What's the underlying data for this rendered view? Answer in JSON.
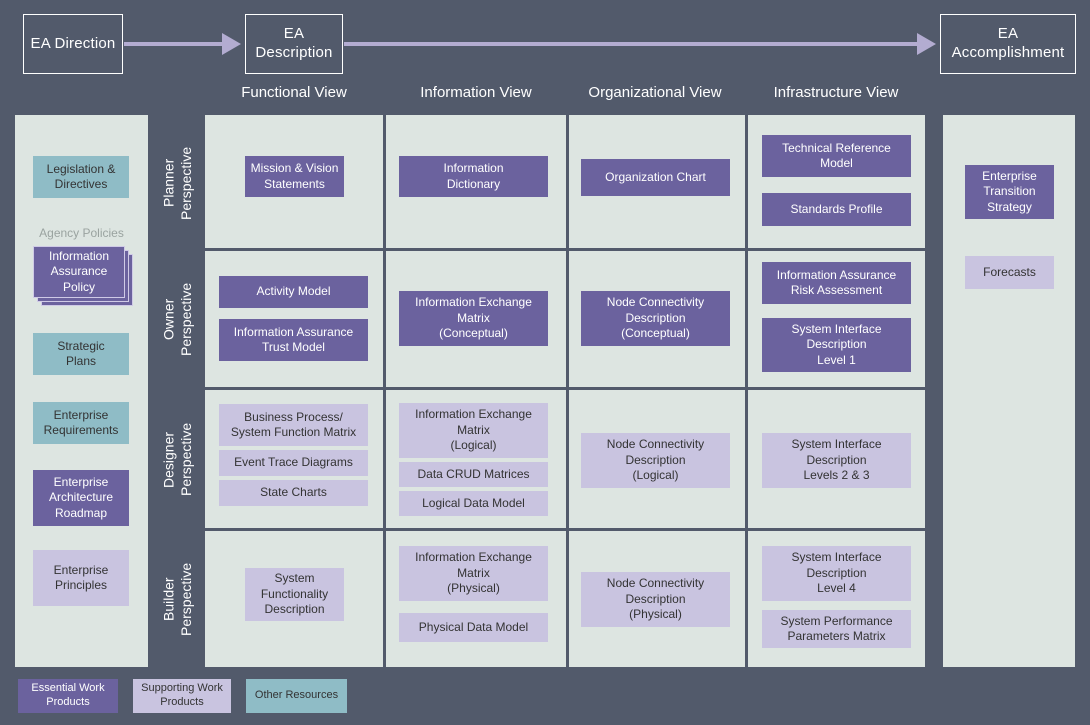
{
  "flow": {
    "direction": "EA\nDirection",
    "description": "EA\nDescription",
    "accomplishment": "EA\nAccomplishment"
  },
  "column_headers": [
    "Functional View",
    "Information View",
    "Organizational View",
    "Infrastructure View"
  ],
  "perspectives": [
    "Planner\nPerspective",
    "Owner\nPerspective",
    "Designer\nPerspective",
    "Builder\nPerspective"
  ],
  "left_column": {
    "items": [
      {
        "label": "Legislation &\nDirectives",
        "type": "other"
      },
      {
        "label": "Strategic\nPlans",
        "type": "other"
      },
      {
        "label": "Enterprise\nRequirements",
        "type": "other"
      },
      {
        "label": "Enterprise\nArchitecture\nRoadmap",
        "type": "essential"
      },
      {
        "label": "Enterprise\nPrinciples",
        "type": "supporting"
      }
    ],
    "group_caption": "Agency Policies",
    "stacked": {
      "label": "Information\nAssurance\nPolicy",
      "type": "essential"
    }
  },
  "right_column": {
    "items": [
      {
        "label": "Enterprise\nTransition\nStrategy",
        "type": "essential"
      },
      {
        "label": "Forecasts",
        "type": "supporting"
      }
    ]
  },
  "matrix": {
    "planner": {
      "functional": [
        {
          "label": "Mission & Vision\nStatements",
          "type": "essential"
        }
      ],
      "information": [
        {
          "label": "Information\nDictionary",
          "type": "essential"
        }
      ],
      "organizational": [
        {
          "label": "Organization Chart",
          "type": "essential"
        }
      ],
      "infrastructure": [
        {
          "label": "Technical Reference\nModel",
          "type": "essential"
        },
        {
          "label": "Standards Profile",
          "type": "essential"
        }
      ]
    },
    "owner": {
      "functional": [
        {
          "label": "Activity Model",
          "type": "essential"
        },
        {
          "label": "Information Assurance\nTrust Model",
          "type": "essential"
        }
      ],
      "information": [
        {
          "label": "Information Exchange\nMatrix\n(Conceptual)",
          "type": "essential"
        }
      ],
      "organizational": [
        {
          "label": "Node Connectivity\nDescription\n(Conceptual)",
          "type": "essential"
        }
      ],
      "infrastructure": [
        {
          "label": "Information Assurance\nRisk Assessment",
          "type": "essential"
        },
        {
          "label": "System Interface\nDescription\nLevel 1",
          "type": "essential"
        }
      ]
    },
    "designer": {
      "functional": [
        {
          "label": "Business Process/\nSystem Function Matrix",
          "type": "supporting"
        },
        {
          "label": "Event Trace Diagrams",
          "type": "supporting"
        },
        {
          "label": "State Charts",
          "type": "supporting"
        }
      ],
      "information": [
        {
          "label": "Information Exchange\nMatrix\n(Logical)",
          "type": "supporting"
        },
        {
          "label": "Data CRUD Matrices",
          "type": "supporting"
        },
        {
          "label": "Logical Data Model",
          "type": "supporting"
        }
      ],
      "organizational": [
        {
          "label": "Node Connectivity\nDescription\n(Logical)",
          "type": "supporting"
        }
      ],
      "infrastructure": [
        {
          "label": "System Interface\nDescription\nLevels 2 & 3",
          "type": "supporting"
        }
      ]
    },
    "builder": {
      "functional": [
        {
          "label": "System\nFunctionality\nDescription",
          "type": "supporting"
        }
      ],
      "information": [
        {
          "label": "Information Exchange\nMatrix\n(Physical)",
          "type": "supporting"
        },
        {
          "label": "Physical Data Model",
          "type": "supporting"
        }
      ],
      "organizational": [
        {
          "label": "Node Connectivity\nDescription\n(Physical)",
          "type": "supporting"
        }
      ],
      "infrastructure": [
        {
          "label": "System Interface\nDescription\nLevel 4",
          "type": "supporting"
        },
        {
          "label": "System Performance\nParameters Matrix",
          "type": "supporting"
        }
      ]
    }
  },
  "legend": [
    {
      "label": "Essential Work\nProducts",
      "type": "essential"
    },
    {
      "label": "Supporting Work\nProducts",
      "type": "supporting"
    },
    {
      "label": "Other Resources",
      "type": "other"
    }
  ],
  "colors": {
    "background": "#525a6b",
    "panel": "#dde5e1",
    "essential": "#6b629e",
    "supporting": "#c9c4e0",
    "other": "#8fbcc6",
    "arrow": "#b3acd1",
    "caption": "#9aa3a0"
  }
}
